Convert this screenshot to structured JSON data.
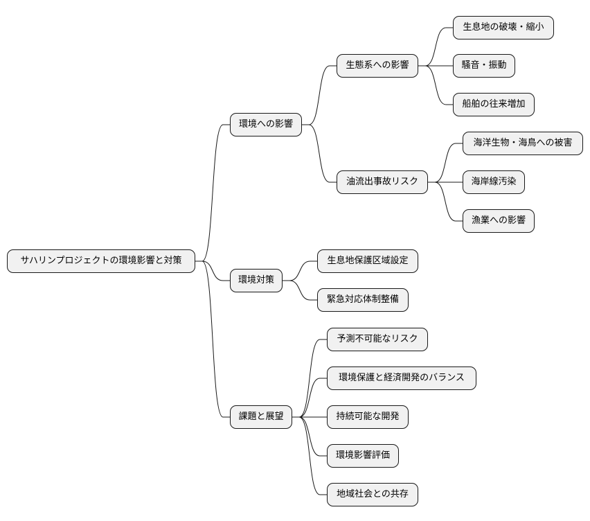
{
  "root": {
    "label": "サハリンプロジェクトの環境影響と対策"
  },
  "branches": [
    {
      "label": "環境への影響",
      "children": [
        {
          "label": "生態系への影響",
          "children": [
            {
              "label": "生息地の破壊・縮小"
            },
            {
              "label": "騒音・振動"
            },
            {
              "label": "船舶の往来増加"
            }
          ]
        },
        {
          "label": "油流出事故リスク",
          "children": [
            {
              "label": "海洋生物・海鳥への被害"
            },
            {
              "label": "海岸線汚染"
            },
            {
              "label": "漁業への影響"
            }
          ]
        }
      ]
    },
    {
      "label": "環境対策",
      "children": [
        {
          "label": "生息地保護区域設定"
        },
        {
          "label": "緊急対応体制整備"
        }
      ]
    },
    {
      "label": "課題と展望",
      "children": [
        {
          "label": "予測不可能なリスク"
        },
        {
          "label": "環境保護と経済開発のバランス"
        },
        {
          "label": "持続可能な開発"
        },
        {
          "label": "環境影響評価"
        },
        {
          "label": "地域社会との共存"
        }
      ]
    }
  ],
  "colors": {
    "node_fill": "#f1f1f1",
    "node_border": "#181818",
    "line": "#181818",
    "background": "#ffffff"
  }
}
